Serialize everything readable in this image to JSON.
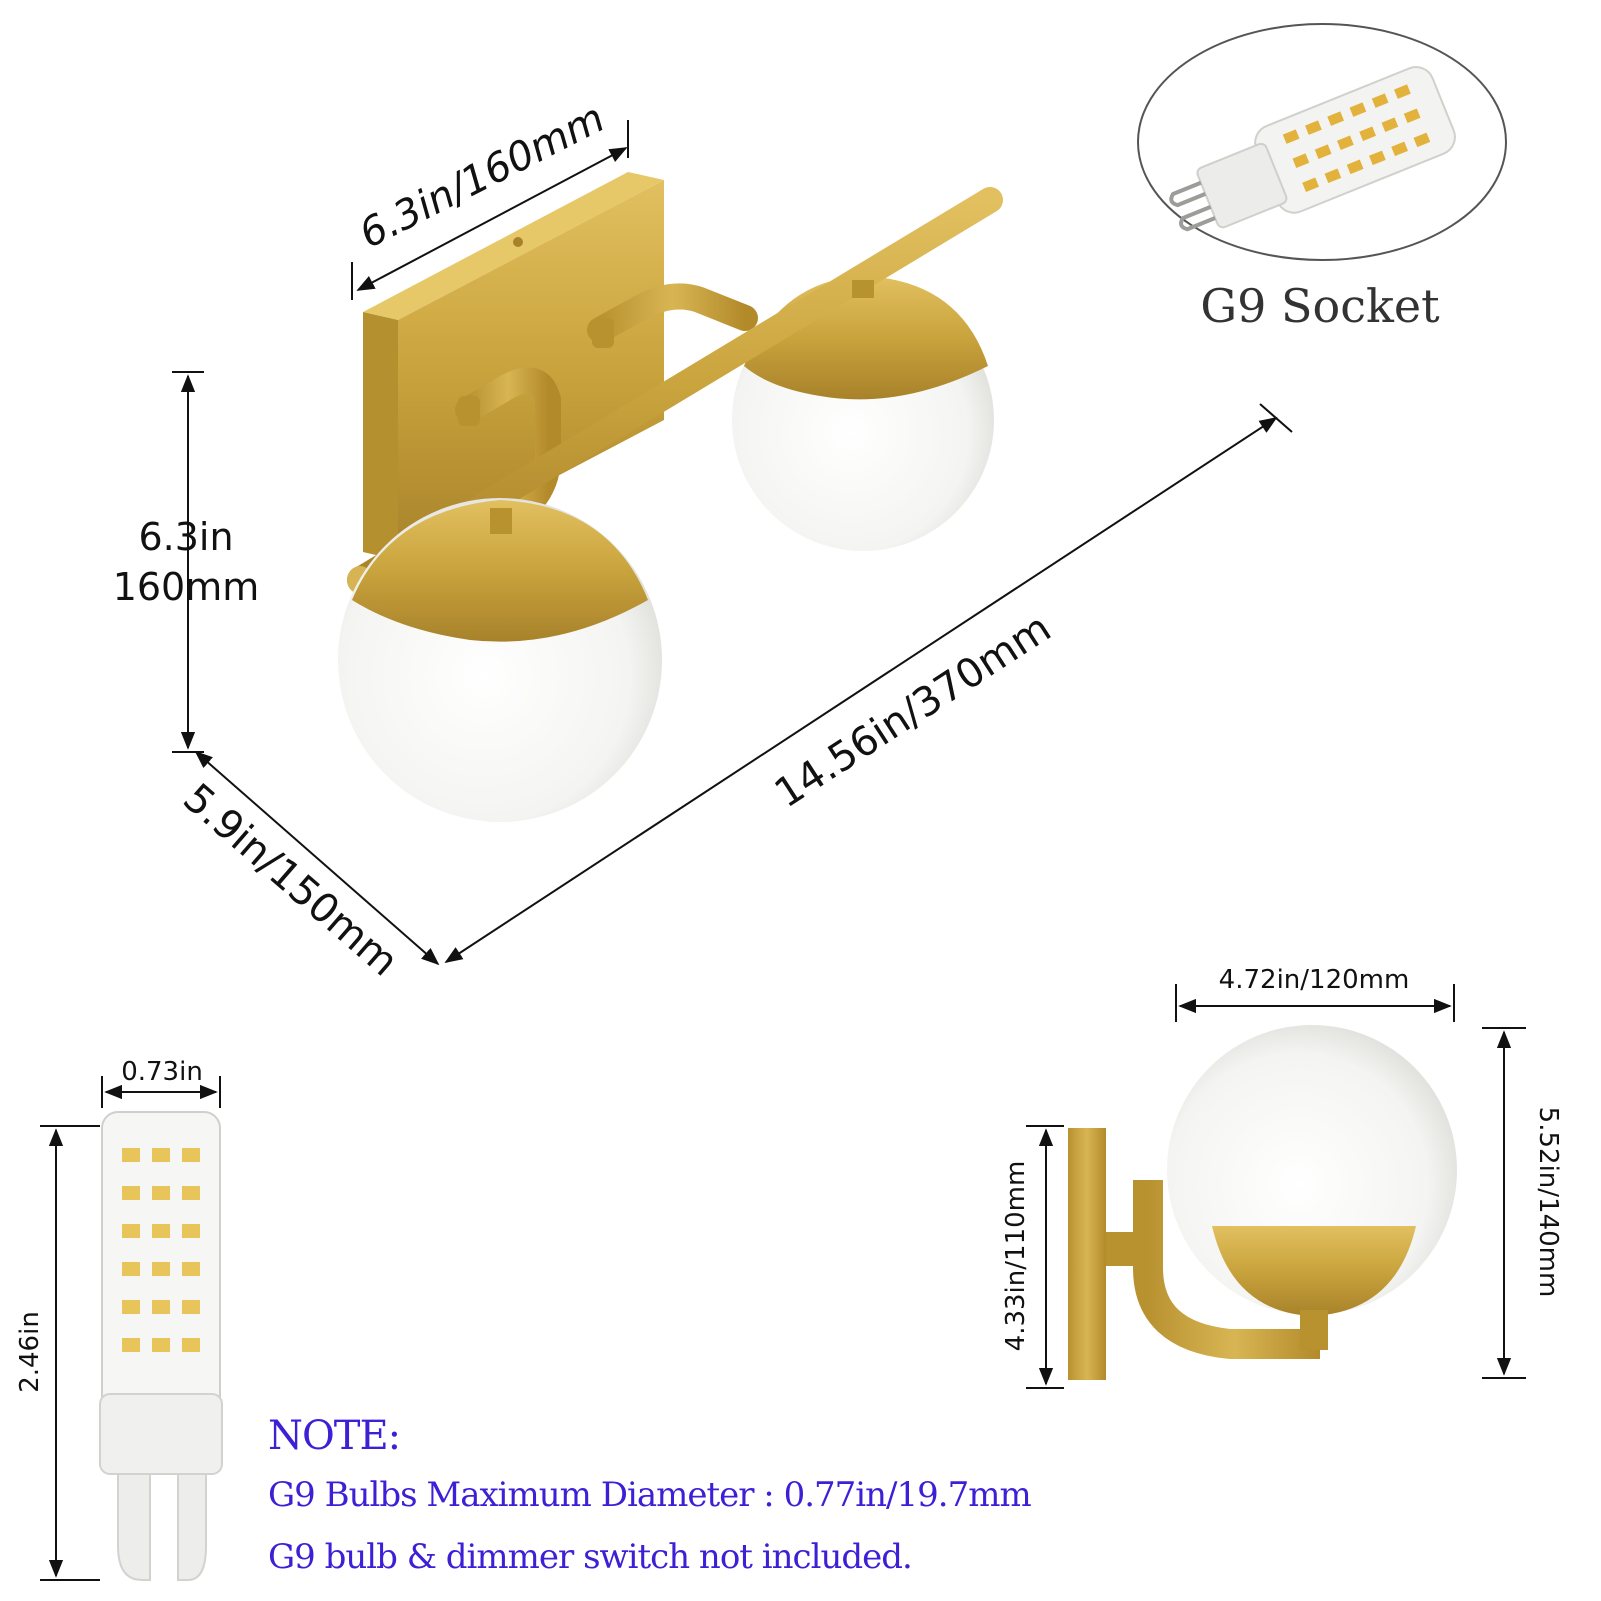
{
  "dimensions": {
    "backplate_width": "6.3in/160mm",
    "height_in": "6.3in",
    "height_mm": "160mm",
    "length": "14.56in/370mm",
    "depth": "5.9in/150mm",
    "side_width": "4.72in/120mm",
    "side_globe_height": "5.52in/140mm",
    "side_plate_height": "4.33in/110mm",
    "bulb_width": "0.73in",
    "bulb_height": "2.46in"
  },
  "socket_label": "G9 Socket",
  "note": {
    "title": "NOTE:",
    "line1": "G9 Bulbs Maximum Diameter : 0.77in/19.7mm",
    "line2": "G9 bulb & dimmer switch not included."
  },
  "colors": {
    "gold": "#c9a33c",
    "note_text": "#3d1fd6",
    "glass": "#f7f7f5"
  }
}
